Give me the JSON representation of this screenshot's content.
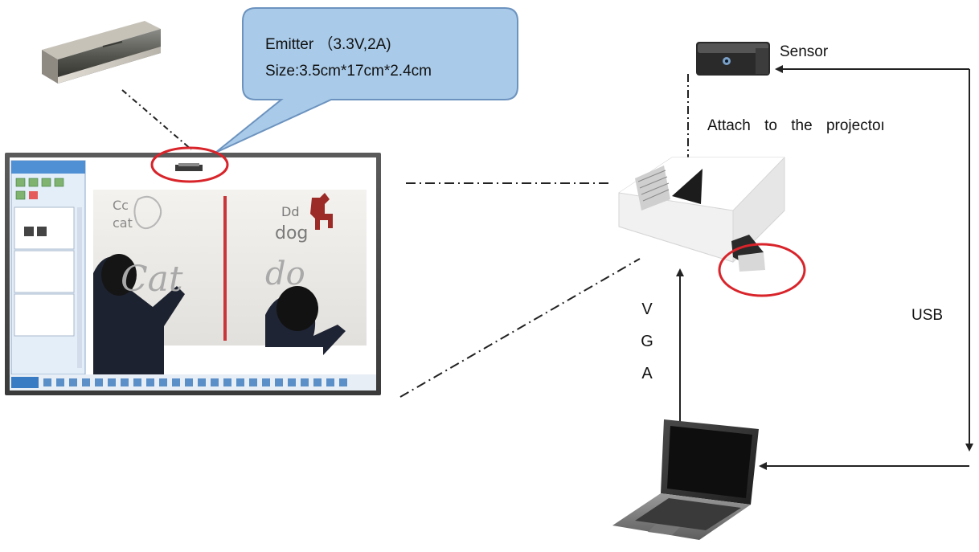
{
  "callout": {
    "line1": "Emitter （3.3V,2A)",
    "line2": "Size:3.5cm*17cm*2.4cm"
  },
  "labels": {
    "sensor": "Sensor",
    "attach": "Attach to the projectoı",
    "usb": "USB",
    "vga": [
      "V",
      "G",
      "A"
    ]
  },
  "whiteboard": {
    "card_left_letters": "Cc",
    "card_left_word": "cat",
    "card_right_letters": "Dd",
    "card_right_word": "dog",
    "handwriting_left": "Cat",
    "handwriting_right": "do"
  },
  "colors": {
    "callout_fill": "#a9cbe9",
    "callout_stroke": "#6c93bf",
    "highlight_ring": "#d8242a",
    "connector": "#222222"
  }
}
